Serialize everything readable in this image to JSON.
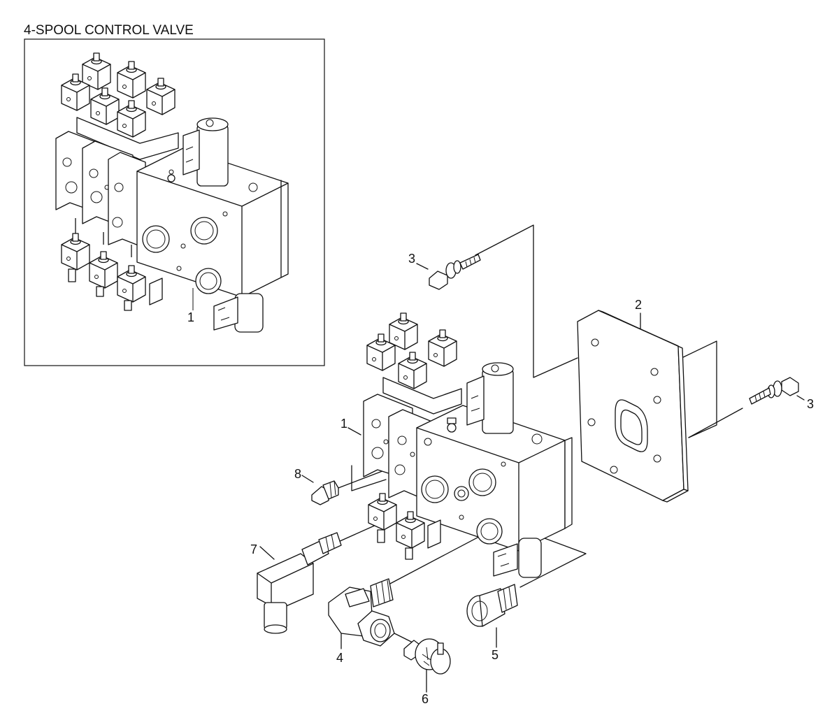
{
  "figure": {
    "title": "4-SPOOL CONTROL VALVE",
    "inset_callout": "1",
    "callouts": [
      {
        "id": "c1",
        "label": "1"
      },
      {
        "id": "c2",
        "label": "2"
      },
      {
        "id": "c3a",
        "label": "3"
      },
      {
        "id": "c3b",
        "label": "3"
      },
      {
        "id": "c4",
        "label": "4"
      },
      {
        "id": "c5",
        "label": "5"
      },
      {
        "id": "c6",
        "label": "6"
      },
      {
        "id": "c7",
        "label": "7"
      },
      {
        "id": "c8",
        "label": "8"
      }
    ]
  }
}
